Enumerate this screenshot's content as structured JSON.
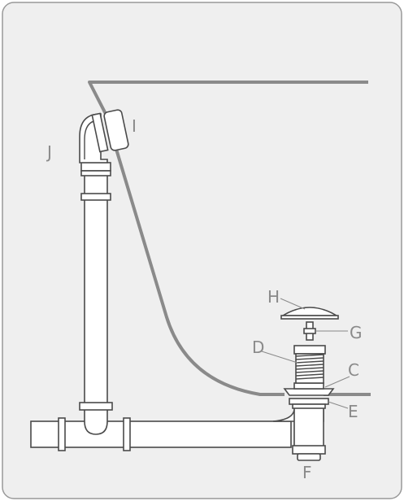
{
  "diagram": {
    "labels": {
      "H": "H",
      "G": "G",
      "D": "D",
      "C": "C",
      "E": "E",
      "F": "F",
      "I": "I",
      "J": "J"
    },
    "colors": {
      "frame_bg": "#efefef",
      "frame_border": "#999999",
      "tub_line": "#8a8a8a",
      "part_stroke": "#4a4a4a",
      "label": "#8a8a8a"
    }
  }
}
